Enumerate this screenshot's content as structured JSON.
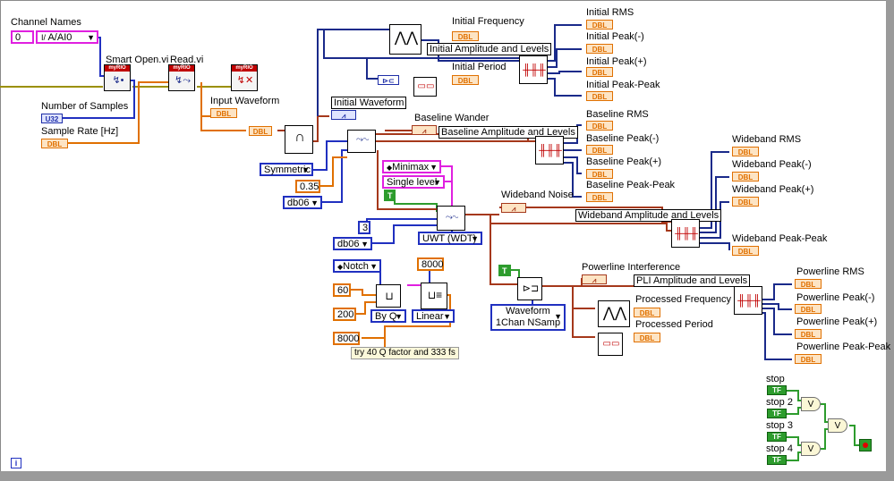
{
  "controls": {
    "channel_names_label": "Channel Names",
    "channel_index": "0",
    "channel_value": "A/AI0",
    "number_of_samples_label": "Number of Samples",
    "number_of_samples_type": "U32",
    "sample_rate_label": "Sample Rate [Hz]",
    "sample_rate_type": "DBL"
  },
  "vis": {
    "smart_open_label": "Smart Open.vi",
    "read_label": "Read.vi",
    "myrio_tag": "myRIO"
  },
  "labels": {
    "input_waveform": "Input Waveform",
    "initial_waveform": "Initial Waveform",
    "initial_frequency": "Initial Frequency",
    "initial_amplitude_and_levels": "Initial Amplitude and Levels",
    "initial_period": "Initial Period",
    "initial_rms": "Initial RMS",
    "initial_peak_neg": "Initial Peak(-)",
    "initial_peak_pos": "Initial Peak(+)",
    "initial_peak_peak": "Initial Peak-Peak",
    "baseline_wander": "Baseline Wander",
    "baseline_amplitude_and_levels": "Baseline Amplitude and Levels",
    "baseline_rms": "Baseline RMS",
    "baseline_peak_neg": "Baseline Peak(-)",
    "baseline_peak_pos": "Baseline Peak(+)",
    "baseline_peak_peak": "Baseline Peak-Peak",
    "wideband_noise": "Wideband Noise",
    "wideband_amplitude_and_levels": "Wideband Amplitude and Levels",
    "wideband_rms": "Wideband RMS",
    "wideband_peak_neg": "Wideband Peak(-)",
    "wideband_peak_pos": "Wideband Peak(+)",
    "wideband_peak_peak": "Wideband Peak-Peak",
    "powerline_interference": "Powerline Interference",
    "pli_amplitude_and_levels": "PLI Amplitude and Levels",
    "processed_frequency": "Processed Frequency",
    "processed_period": "Processed Period",
    "powerline_rms": "Powerline RMS",
    "powerline_peak_neg": "Powerline Peak(-)",
    "powerline_peak_pos": "Powerline Peak(+)",
    "powerline_peak_peak": "Powerline Peak-Peak",
    "stop": "stop",
    "stop2": "stop 2",
    "stop3": "stop 3",
    "stop4": "stop 4"
  },
  "constants": {
    "symmetric": "Symmetric",
    "value_035": "0.35",
    "db06_a": "db06",
    "minimax": "Minimax",
    "single_level": "Single level",
    "true_const": "T",
    "value_3": "3",
    "db06_b": "db06",
    "uwt": "UWT (WDT)",
    "notch": "Notch",
    "value_60": "60",
    "value_200": "200",
    "by_q": "By Q",
    "value_8000_top": "8000",
    "linear": "Linear",
    "value_8000_bottom": "8000",
    "waveform_1chan_line1": "Waveform",
    "waveform_1chan_line2": "1Chan NSamp"
  },
  "terminals": {
    "dbl": "DBL",
    "u32": "U32",
    "tf": "TF",
    "dbl_in": "DBL"
  },
  "comments": {
    "try_note": "try  40 Q factor and 333 fs"
  },
  "gates": {
    "or_symbol": "V"
  },
  "help_icon": "i",
  "colors": {
    "dbl_wire": "#e07000",
    "int_wire": "#2030c0",
    "waveform_wire": "#a5381b",
    "string_wire": "#e020e0",
    "boolean_wire": "#2d9c2d",
    "error_wire": "#9b9000"
  }
}
